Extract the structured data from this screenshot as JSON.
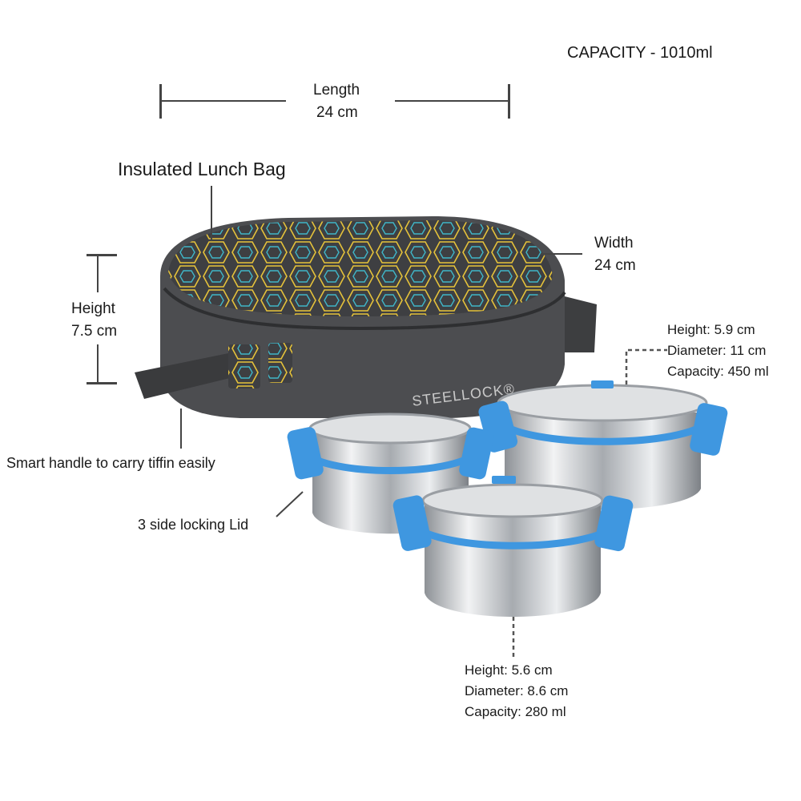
{
  "capacity": "CAPACITY - 1010ml",
  "length": {
    "label": "Length",
    "value": "24 cm"
  },
  "bag_label": "Insulated Lunch Bag",
  "height": {
    "label": "Height",
    "value": "7.5 cm"
  },
  "width": {
    "label": "Width",
    "value": "24 cm"
  },
  "brand": "STEELLOCK®",
  "large_container": {
    "height": "Height: 5.9 cm",
    "diameter": "Diameter: 11 cm",
    "capacity": "Capacity: 450 ml"
  },
  "small_container": {
    "height": "Height: 5.6 cm",
    "diameter": "Diameter: 8.6 cm",
    "capacity": "Capacity: 280 ml"
  },
  "handle_label": "Smart handle to carry tiffin easily",
  "lid_label": "3 side locking Lid",
  "colors": {
    "bag": "#4a4b4d",
    "clip": "#3f97e0",
    "steel": "#c9ccd0",
    "line": "#444444"
  }
}
